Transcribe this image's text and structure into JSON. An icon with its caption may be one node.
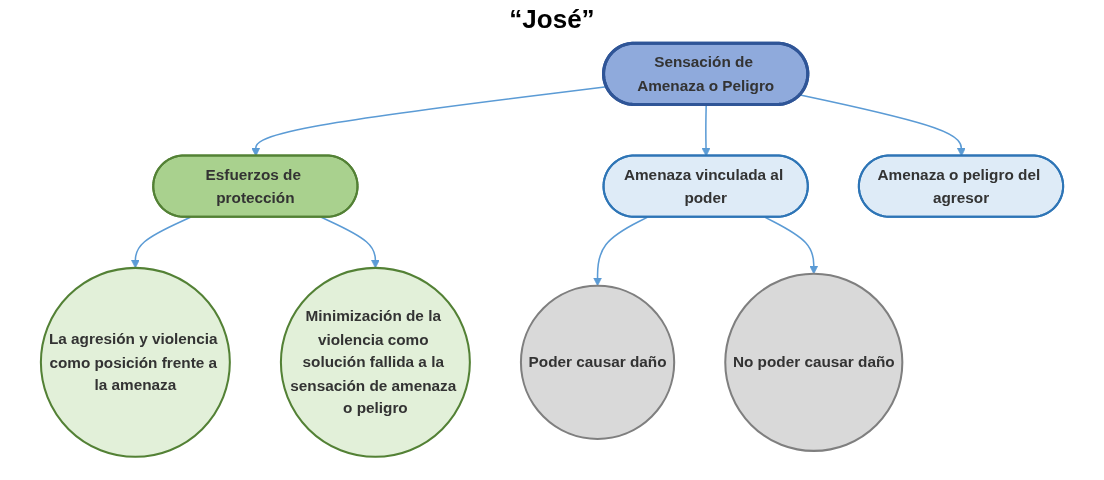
{
  "diagram": {
    "title": "“José”",
    "nodes": [
      {
        "text": [
          "Sensación de Amenaza o Peligro"
        ]
      },
      {
        "text": [
          "Esfuerzos de protección"
        ]
      },
      {
        "text": [
          "Amenaza vinculada al poder"
        ]
      },
      {
        "text": [
          "Amenaza o peligro del agresor"
        ]
      },
      {
        "text": [
          "La agresión y violencia como posición frente a la amenaza"
        ]
      },
      {
        "text": [
          "Minimización de la violencia como solución fallida a la sensación de amenaza o peligro"
        ]
      },
      {
        "text": [
          "Poder causar daño"
        ]
      },
      {
        "text": [
          "No poder causar daño"
        ]
      }
    ],
    "edges": [
      {
        "from": 0,
        "to": 1,
        "arrow": "to"
      },
      {
        "from": 0,
        "to": 2,
        "arrow": "to"
      },
      {
        "from": 0,
        "to": 3,
        "arrow": "to"
      },
      {
        "from": 1,
        "to": 4,
        "arrow": "to"
      },
      {
        "from": 1,
        "to": 5,
        "arrow": "to"
      },
      {
        "from": 2,
        "to": 6,
        "arrow": "to"
      },
      {
        "from": 2,
        "to": 7,
        "arrow": "to"
      }
    ]
  }
}
